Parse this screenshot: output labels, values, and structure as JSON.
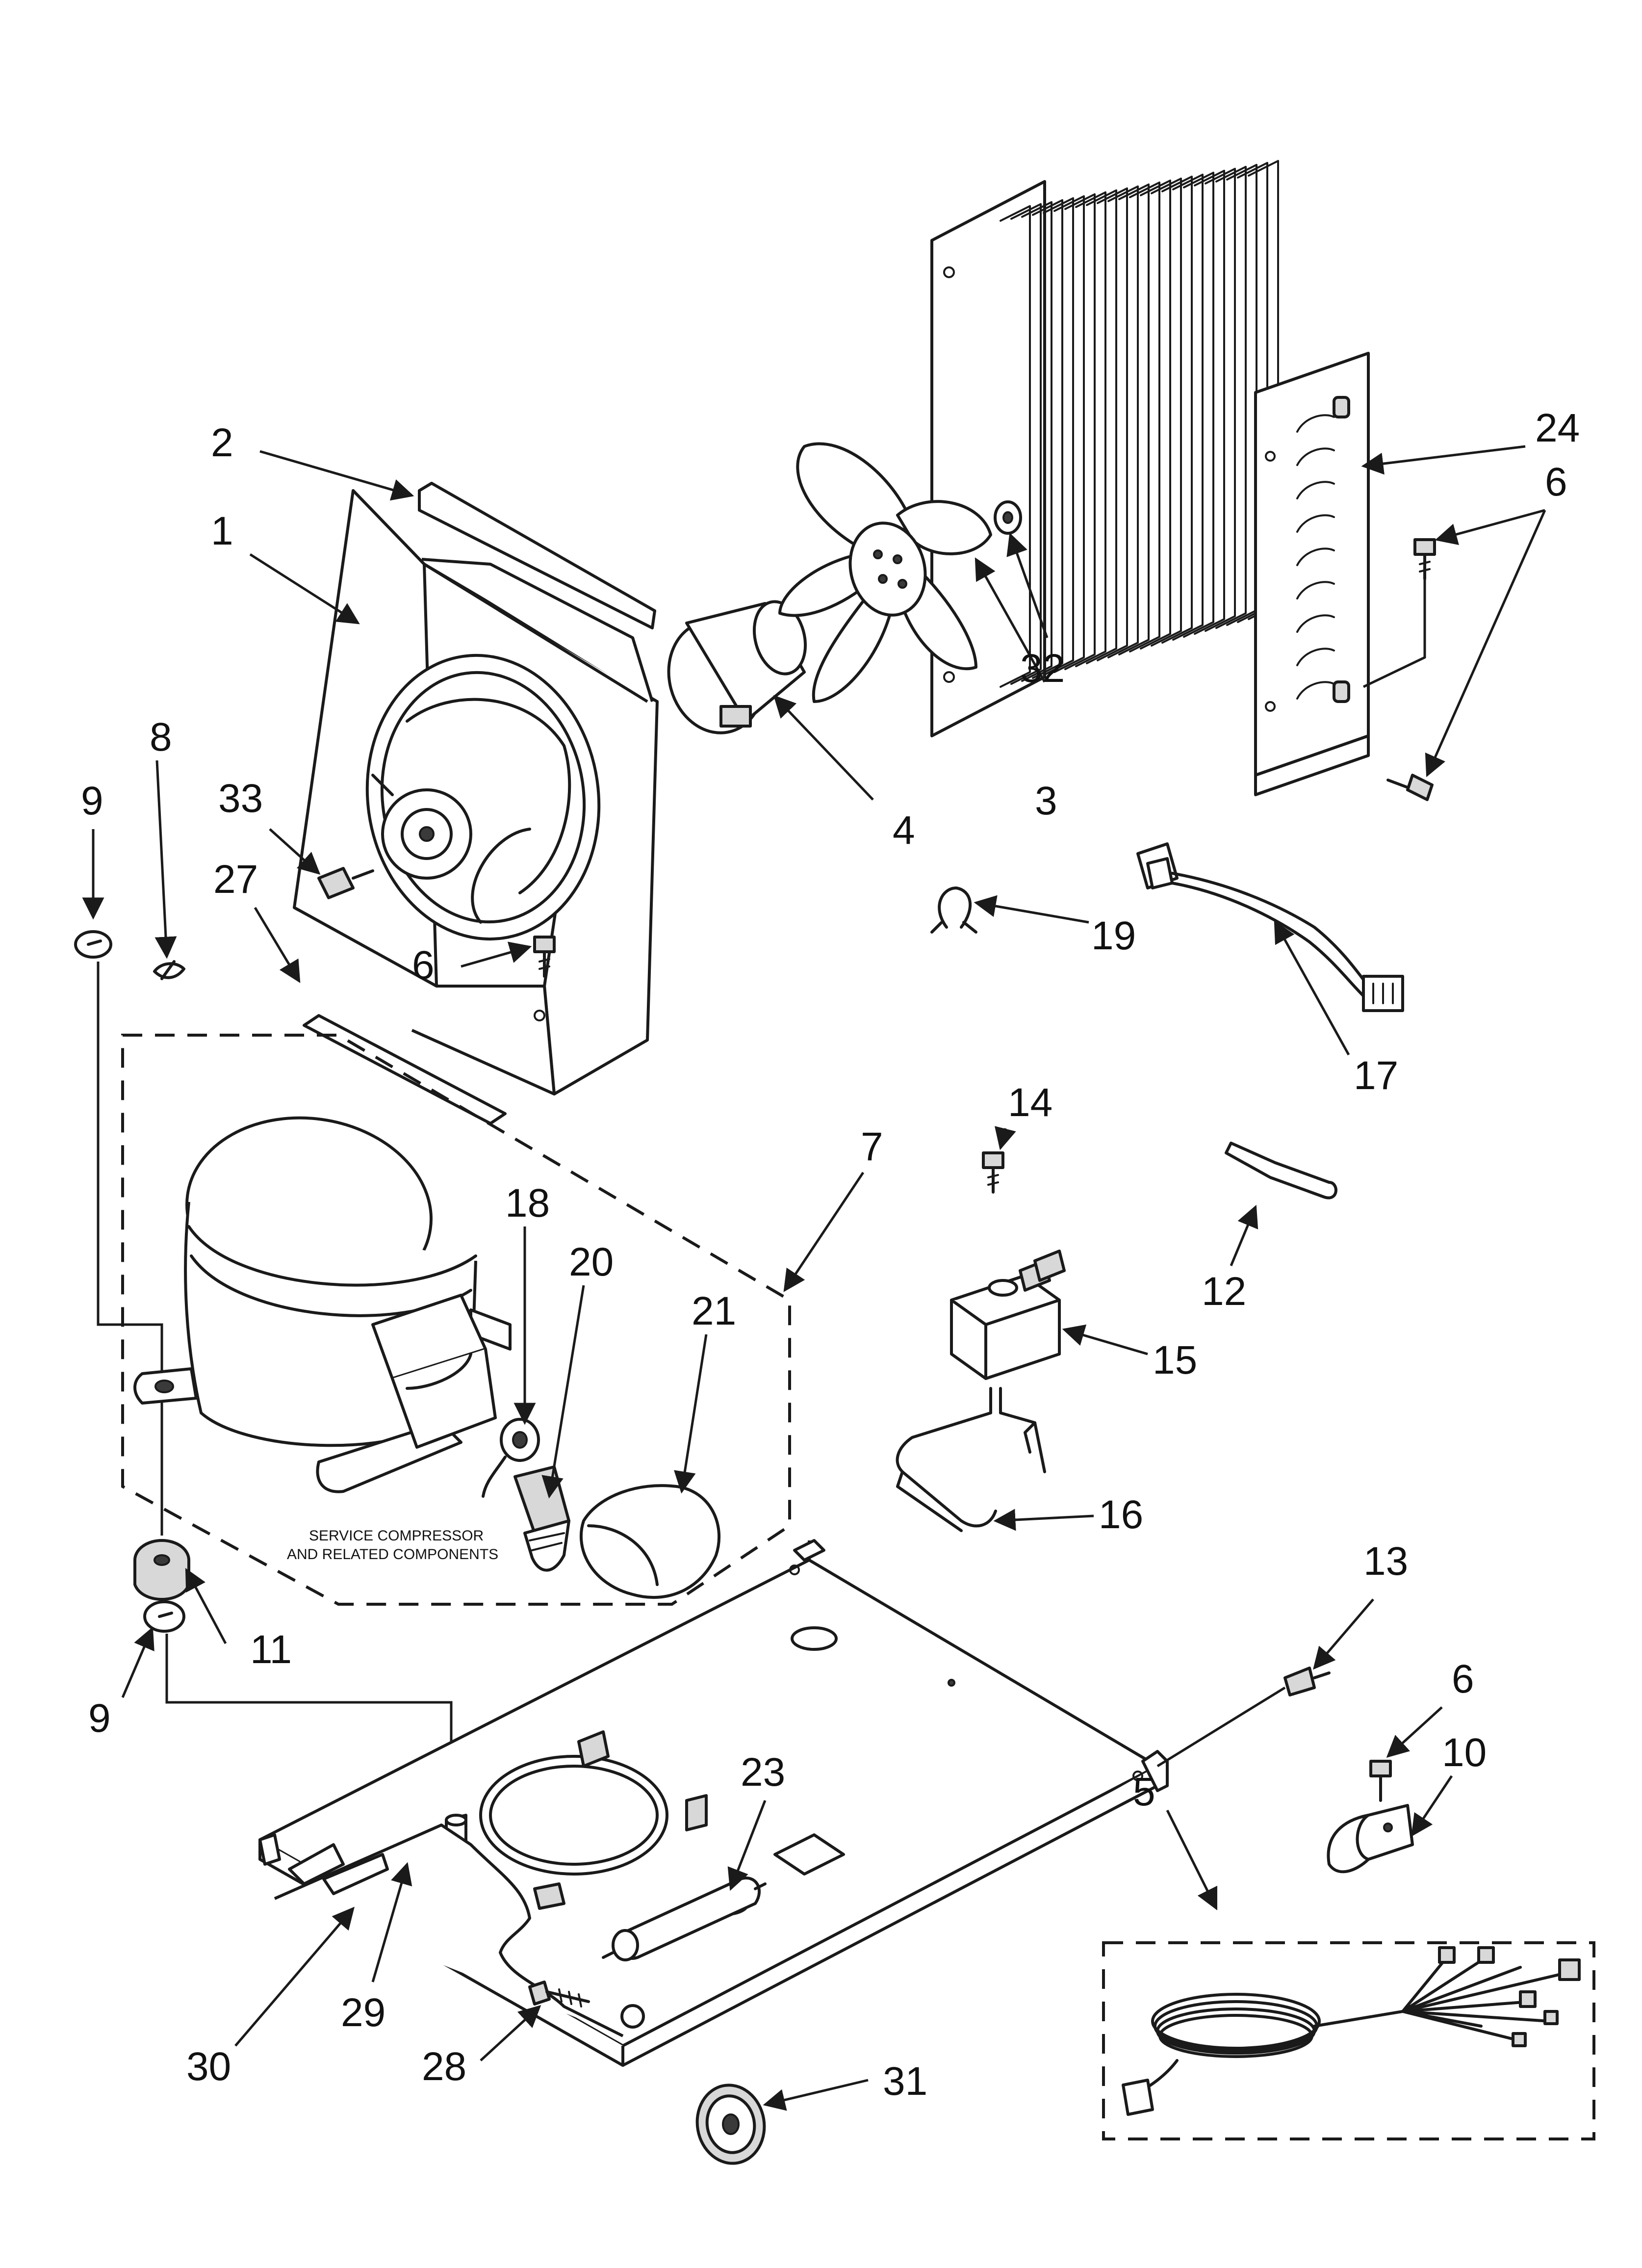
{
  "callouts": {
    "c1": "1",
    "c2": "2",
    "c3": "3",
    "c4": "4",
    "c5": "5",
    "c6a": "6",
    "c6b": "6",
    "c6c": "6",
    "c7": "7",
    "c8": "8",
    "c9a": "9",
    "c9b": "9",
    "c10": "10",
    "c11": "11",
    "c12": "12",
    "c13": "13",
    "c14": "14",
    "c15": "15",
    "c16": "16",
    "c17": "17",
    "c18": "18",
    "c19": "19",
    "c20": "20",
    "c21": "21",
    "c23": "23",
    "c24": "24",
    "c27": "27",
    "c28": "28",
    "c29": "29",
    "c30": "30",
    "c31": "31",
    "c32": "32",
    "c33": "33"
  },
  "note": {
    "line1": "SERVICE COMPRESSOR",
    "line2": "AND RELATED COMPONENTS"
  }
}
